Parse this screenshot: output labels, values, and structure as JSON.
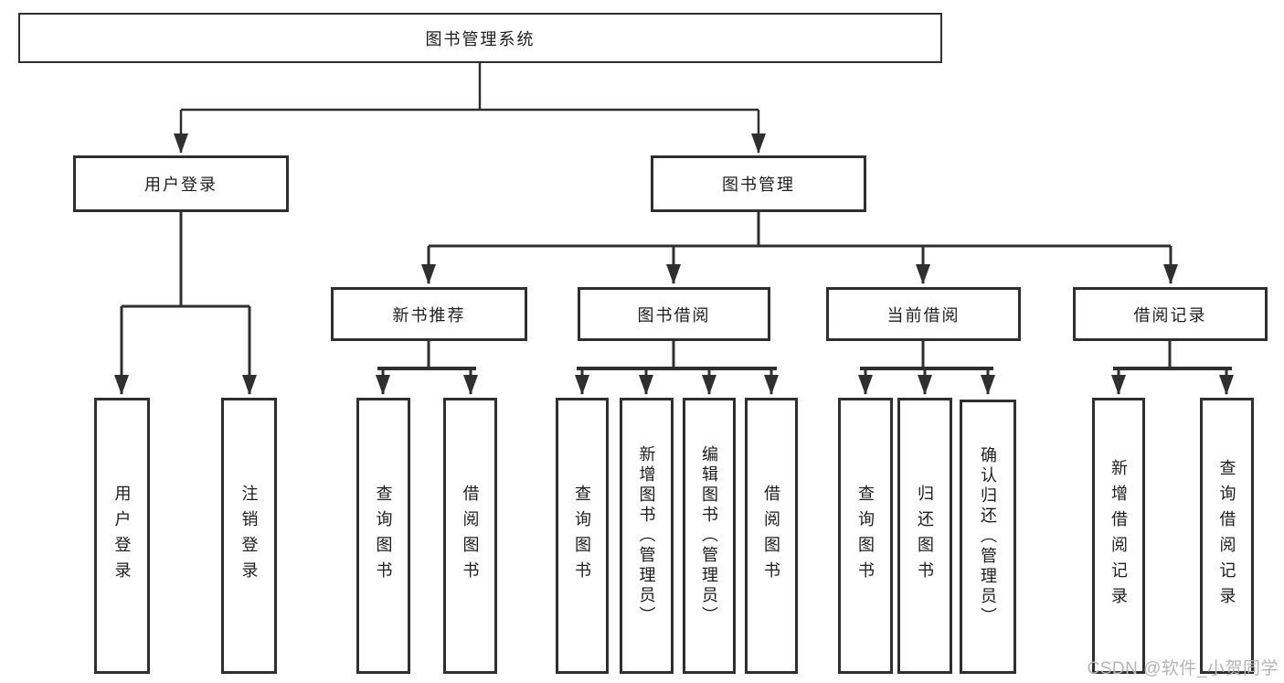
{
  "tree": {
    "label": "图书管理系统",
    "children": [
      {
        "label": "用户登录",
        "children": [
          {
            "label": "用户登录"
          },
          {
            "label": "注销登录"
          }
        ]
      },
      {
        "label": "图书管理",
        "children": [
          {
            "label": "新书推荐",
            "children": [
              {
                "label": "查询图书"
              },
              {
                "label": "借阅图书"
              }
            ]
          },
          {
            "label": "图书借阅",
            "children": [
              {
                "label": "查询图书"
              },
              {
                "label": "新增图书（管理员）"
              },
              {
                "label": "编辑图书（管理员）"
              },
              {
                "label": "借阅图书"
              }
            ]
          },
          {
            "label": "当前借阅",
            "children": [
              {
                "label": "查询图书"
              },
              {
                "label": "归还图书"
              },
              {
                "label": "确认归还（管理员）"
              }
            ]
          },
          {
            "label": "借阅记录",
            "children": [
              {
                "label": "新增借阅记录"
              },
              {
                "label": "查询借阅记录"
              }
            ]
          }
        ]
      }
    ]
  },
  "watermark": {
    "text": "CSDN @软件_小贺同学"
  },
  "colors": {
    "background": "#ffffff",
    "box_border": "#2f2f2f",
    "connector": "#2f2f2f",
    "text": "#1d1d1d",
    "watermark": "#b5b5b5"
  }
}
